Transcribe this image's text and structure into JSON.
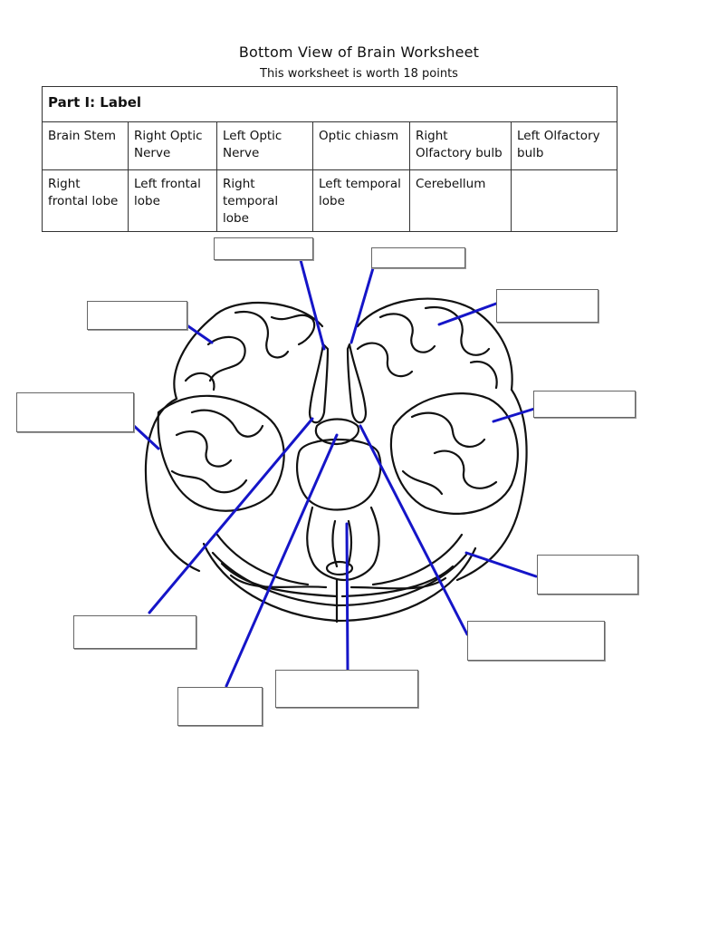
{
  "worksheet": {
    "title": "Bottom View of Brain Worksheet",
    "subtitle": "This worksheet is worth 18 points"
  },
  "part_one": {
    "heading": "Part I: Label",
    "word_bank": [
      [
        "Brain Stem",
        "Right Optic Nerve",
        "Left Optic Nerve",
        "Optic chiasm",
        "Right Olfactory bulb",
        "Left Olfactory bulb"
      ],
      [
        "Right frontal lobe",
        "Left frontal lobe",
        "Right temporal lobe",
        "Left temporal lobe",
        "Cerebellum",
        ""
      ]
    ]
  },
  "colors": {
    "leader_line": "#1515c8",
    "outline": "#111111"
  },
  "answer_boxes": [
    {
      "name": "answer-box-1"
    },
    {
      "name": "answer-box-2"
    },
    {
      "name": "answer-box-3"
    },
    {
      "name": "answer-box-4"
    },
    {
      "name": "answer-box-5"
    },
    {
      "name": "answer-box-6"
    },
    {
      "name": "answer-box-7"
    },
    {
      "name": "answer-box-8"
    },
    {
      "name": "answer-box-9"
    },
    {
      "name": "answer-box-10"
    },
    {
      "name": "answer-box-11"
    }
  ]
}
